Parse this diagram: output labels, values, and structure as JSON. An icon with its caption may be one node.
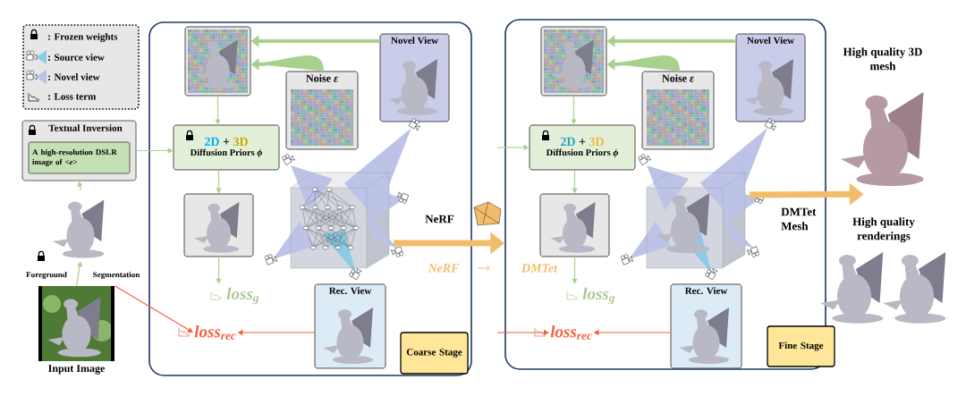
{
  "diagram": {
    "nodes": [
      {
        "text": [
          "Textual Inversion"
        ]
      },
      {
        "text": [
          "A high-resolution DSLR image of <*e*>"
        ],
        "in": 0
      },
      {
        "text": [],
        "shape": "picture"
      },
      {
        "text": [
          "Input Image"
        ]
      },
      {
        "text": [],
        "shape": "box"
      },
      {
        "text": [],
        "shape": "picture",
        "in": 4
      },
      {
        "text": [
          "2D",
          "+",
          "3D",
          "Diffusion Priors *ϕ*"
        ],
        "in": 4
      },
      {
        "text": [
          "Noise *ε*"
        ],
        "in": 4
      },
      {
        "text": [
          "Novel View"
        ],
        "in": 4
      },
      {
        "text": [],
        "shape": "picture",
        "in": 4
      },
      {
        "text": [],
        "shape": "picture",
        "in": 4,
        "beside": [
          "NeRF"
        ]
      },
      {
        "text": [
          "loss$_{g}$"
        ],
        "in": 4
      },
      {
        "text": [
          "loss$_{rec}$"
        ],
        "in": 4
      },
      {
        "text": [
          "Rec. View"
        ],
        "in": 4
      },
      {
        "text": [
          "Coarse Stage"
        ],
        "in": 4
      },
      {
        "text": [],
        "shape": "box"
      },
      {
        "text": [],
        "shape": "picture",
        "in": 15
      },
      {
        "text": [
          "2D",
          "+",
          "3D",
          "Diffusion Priors *ϕ*"
        ],
        "in": 15
      },
      {
        "text": [
          "Noise *ε*"
        ],
        "in": 15
      },
      {
        "text": [
          "Novel View"
        ],
        "in": 15
      },
      {
        "text": [],
        "shape": "picture",
        "in": 15
      },
      {
        "text": [],
        "shape": "picture",
        "in": 15,
        "beside": [
          "DMTet Mesh"
        ]
      },
      {
        "text": [
          "loss$_{g}$"
        ],
        "in": 15
      },
      {
        "text": [
          "loss$_{rec}$"
        ],
        "in": 15
      },
      {
        "text": [
          "Rec. View"
        ],
        "in": 15
      },
      {
        "text": [
          "Fine Stage"
        ]
      },
      {
        "text": [
          "High quality 3D mesh"
        ]
      },
      {
        "text": [
          "High quality renderings"
        ]
      }
    ],
    "edges": [
      {
        "from": 3,
        "to": 2,
        "arrow": "to"
      },
      {
        "from": 2,
        "to": 0,
        "arrow": "to"
      },
      {
        "from": 0,
        "to": 6,
        "arrow": "to"
      },
      {
        "from": 3,
        "to": 12,
        "arrow": "to",
        "color": "#f4613f"
      },
      {
        "from": 8,
        "to": 5,
        "arrow": "to",
        "style": "thick"
      },
      {
        "from": 7,
        "to": 5,
        "arrow": "to",
        "style": "thick"
      },
      {
        "from": 5,
        "to": 6,
        "arrow": "to"
      },
      {
        "from": 6,
        "to": 9,
        "arrow": "to"
      },
      {
        "from": 9,
        "to": 11,
        "arrow": "to"
      },
      {
        "from": 13,
        "to": 12,
        "arrow": "to",
        "color": "#f4613f"
      },
      {
        "from": 10,
        "to": 15,
        "arrow": "to",
        "style": "thick",
        "color": "#f2bd6b"
      },
      {
        "from": null,
        "to": 17,
        "arrow": "to"
      },
      {
        "from": null,
        "to": 23,
        "arrow": "to",
        "color": "#f4613f"
      },
      {
        "from": 19,
        "to": 16,
        "arrow": "to",
        "style": "thick"
      },
      {
        "from": 18,
        "to": 16,
        "arrow": "to",
        "style": "thick"
      },
      {
        "from": 16,
        "to": 17,
        "arrow": "to"
      },
      {
        "from": 17,
        "to": 20,
        "arrow": "to"
      },
      {
        "from": 20,
        "to": 22,
        "arrow": "to"
      },
      {
        "from": 24,
        "to": 23,
        "arrow": "to",
        "color": "#f4613f"
      },
      {
        "from": 21,
        "to": 26,
        "arrow": "to",
        "style": "thick",
        "color": "#f2bd6b"
      }
    ],
    "labels": [
      "Foreground",
      "Segmentation",
      "NeRF",
      "DMTet"
    ],
    "legend": [
      {
        "text": ": Frozen weights"
      },
      {
        "text": ": Source view"
      },
      {
        "text": ": Novel view"
      },
      {
        "text": ": Loss term"
      }
    ]
  }
}
